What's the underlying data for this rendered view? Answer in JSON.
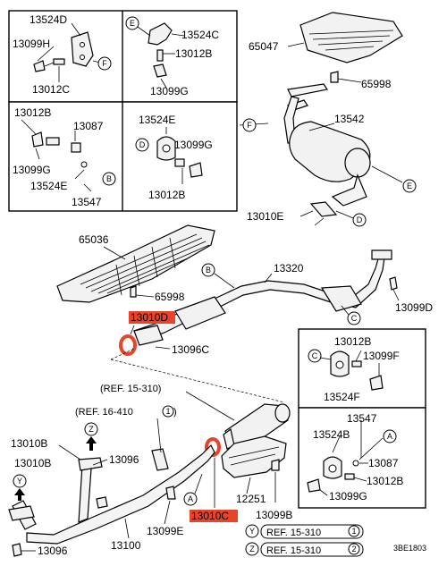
{
  "labels": {
    "box1_13524d": "13524D",
    "box1_13099h": "13099H",
    "box1_13012c": "13012C",
    "box2_13524c": "13524C",
    "box2_13012b": "13012B",
    "box2_13099g": "13099G",
    "box3_13012b": "13012B",
    "box3_13087": "13087",
    "box3_13099g": "13099G",
    "box3_13524e": "13524E",
    "box3_13547": "13547",
    "box4_13524e": "13524E",
    "box4_13099g": "13099G",
    "box4_13012b": "13012B",
    "p65047": "65047",
    "p65998_top": "65998",
    "p13542": "13542",
    "p13010e": "13010E",
    "p65036": "65036",
    "p65998_mid": "65998",
    "p13320": "13320",
    "p13099d": "13099D",
    "p13096c": "13096C",
    "box5_13012b": "13012B",
    "box5_13099f": "13099F",
    "box5_13524f": "13524F",
    "box6_13547": "13547",
    "box6_13524b": "13524B",
    "box6_13087": "13087",
    "box6_13012b": "13012B",
    "box6_13099g": "13099G",
    "p13010b_1": "13010B",
    "p13010b_2": "13010B",
    "p13096_mid": "13096",
    "p12251": "12251",
    "p13099e": "13099E",
    "p13099b": "13099B",
    "p13100": "13100",
    "p13096_bot": "13096",
    "hl_top": "13010D",
    "hl_bot": "13010C",
    "code": "3BE1803"
  },
  "refs": {
    "ref_15_310": "(REF. 15-310)",
    "ref_16_410": "(REF. 16-410",
    "ref_16_410_num": "1",
    "ref_y": "REF. 15-310",
    "ref_y_num": "1",
    "ref_z": "REF. 15-310",
    "ref_z_num": "2",
    "y": "Y",
    "z": "Z"
  },
  "markers": {
    "a": "A",
    "b": "B",
    "c": "C",
    "d": "D",
    "e": "E",
    "f": "F"
  },
  "colors": {
    "highlight": "#e8442a"
  }
}
